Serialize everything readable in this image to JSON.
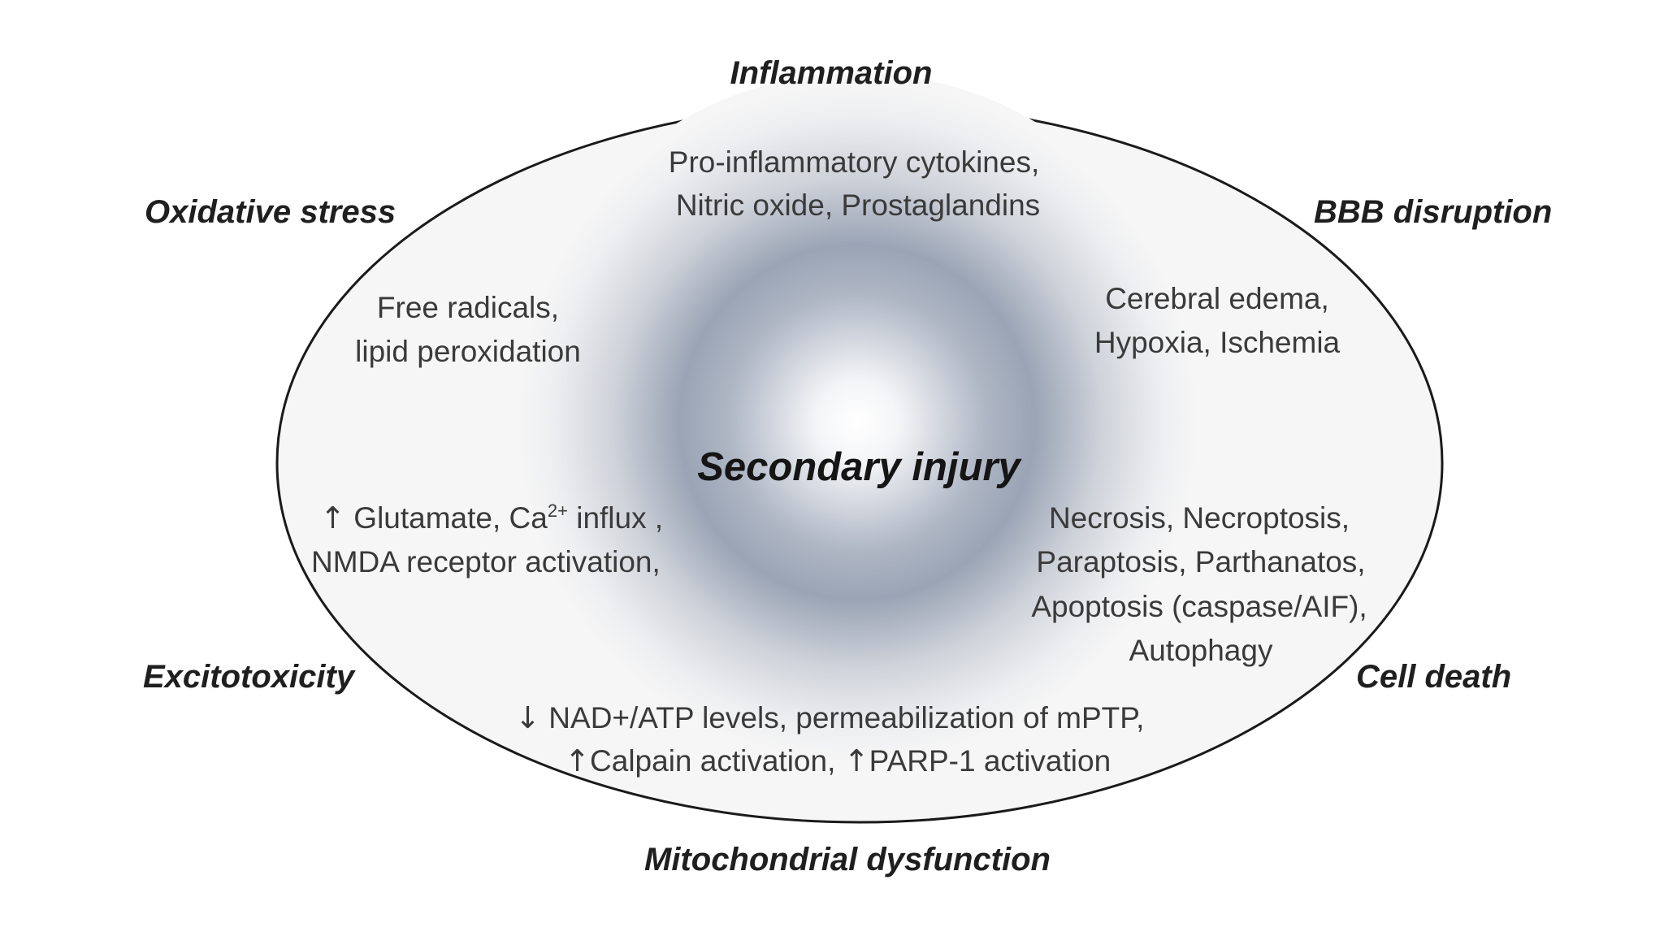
{
  "diagram": {
    "center_label": "Secondary injury",
    "outer_labels": {
      "inflammation": "Inflammation",
      "oxidative_stress": "Oxidative stress",
      "bbb_disruption": "BBB disruption",
      "excitotoxicity": "Excitotoxicity",
      "cell_death": "Cell death",
      "mitochondrial_dysfunction": "Mitochondrial dysfunction"
    },
    "inner_text": {
      "inflammation": {
        "line1": "Pro-inflammatory cytokines,",
        "line2": "Nitric oxide, Prostaglandins"
      },
      "oxidative_stress": {
        "line1": "Free radicals,",
        "line2": "lipid peroxidation"
      },
      "bbb_disruption": {
        "line1": "Cerebral edema,",
        "line2": "Hypoxia, Ischemia"
      },
      "excitotoxicity": {
        "up_arrow": "↑",
        "line1_main": " Glutamate, Ca",
        "line1_sup": "2+",
        "line1_tail": " influx ,",
        "line2": "NMDA receptor activation,"
      },
      "cell_death": {
        "line1": "Necrosis, Necroptosis,",
        "line2": "Paraptosis, Parthanatos,",
        "line3": "Apoptosis (caspase/AIF),",
        "line4": "Autophagy"
      },
      "mitochondrial_dysfunction": {
        "down_arrow": "↓",
        "line1_main": " NAD+/ATP levels, permeabilization of mPTP,",
        "up_arrow_1": "↑",
        "line2_part1": "Calpain activation, ",
        "up_arrow_2": "↑",
        "line2_part2": "PARP-1 activation"
      }
    },
    "colors": {
      "glow_center": "#ffffff",
      "glow_ring": "#95a0b2",
      "ellipse_fill": "#f6f6f6",
      "ellipse_stroke": "#1a1a1a"
    }
  }
}
